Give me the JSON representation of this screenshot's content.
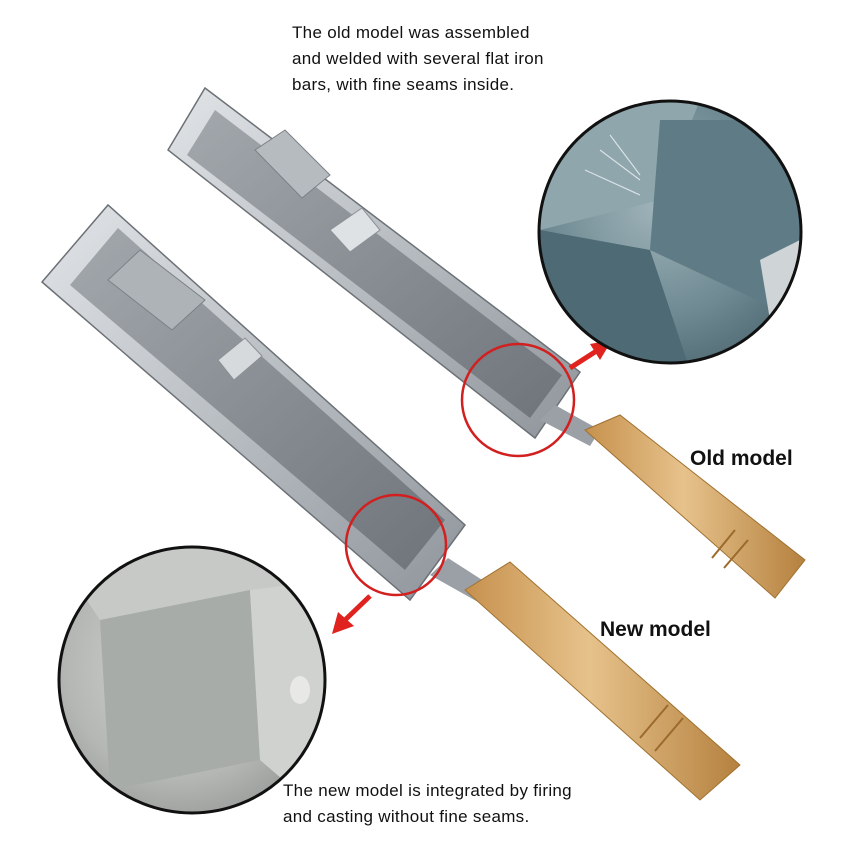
{
  "captions": {
    "old_model_note": [
      "The old model was assembled",
      "and welded with several flat iron",
      "bars, with fine seams inside."
    ],
    "new_model_note": [
      "The new model is integrated by firing",
      "and casting without fine seams."
    ]
  },
  "labels": {
    "old_model": "Old model",
    "new_model": "New model"
  },
  "colors": {
    "background": "#ffffff",
    "highlight_ring": "#d21f1f",
    "arrow": "#e0231e",
    "steel_light": "#c9cdd1",
    "steel_dark": "#7e848a",
    "wood_handle": "#d6a96a"
  }
}
